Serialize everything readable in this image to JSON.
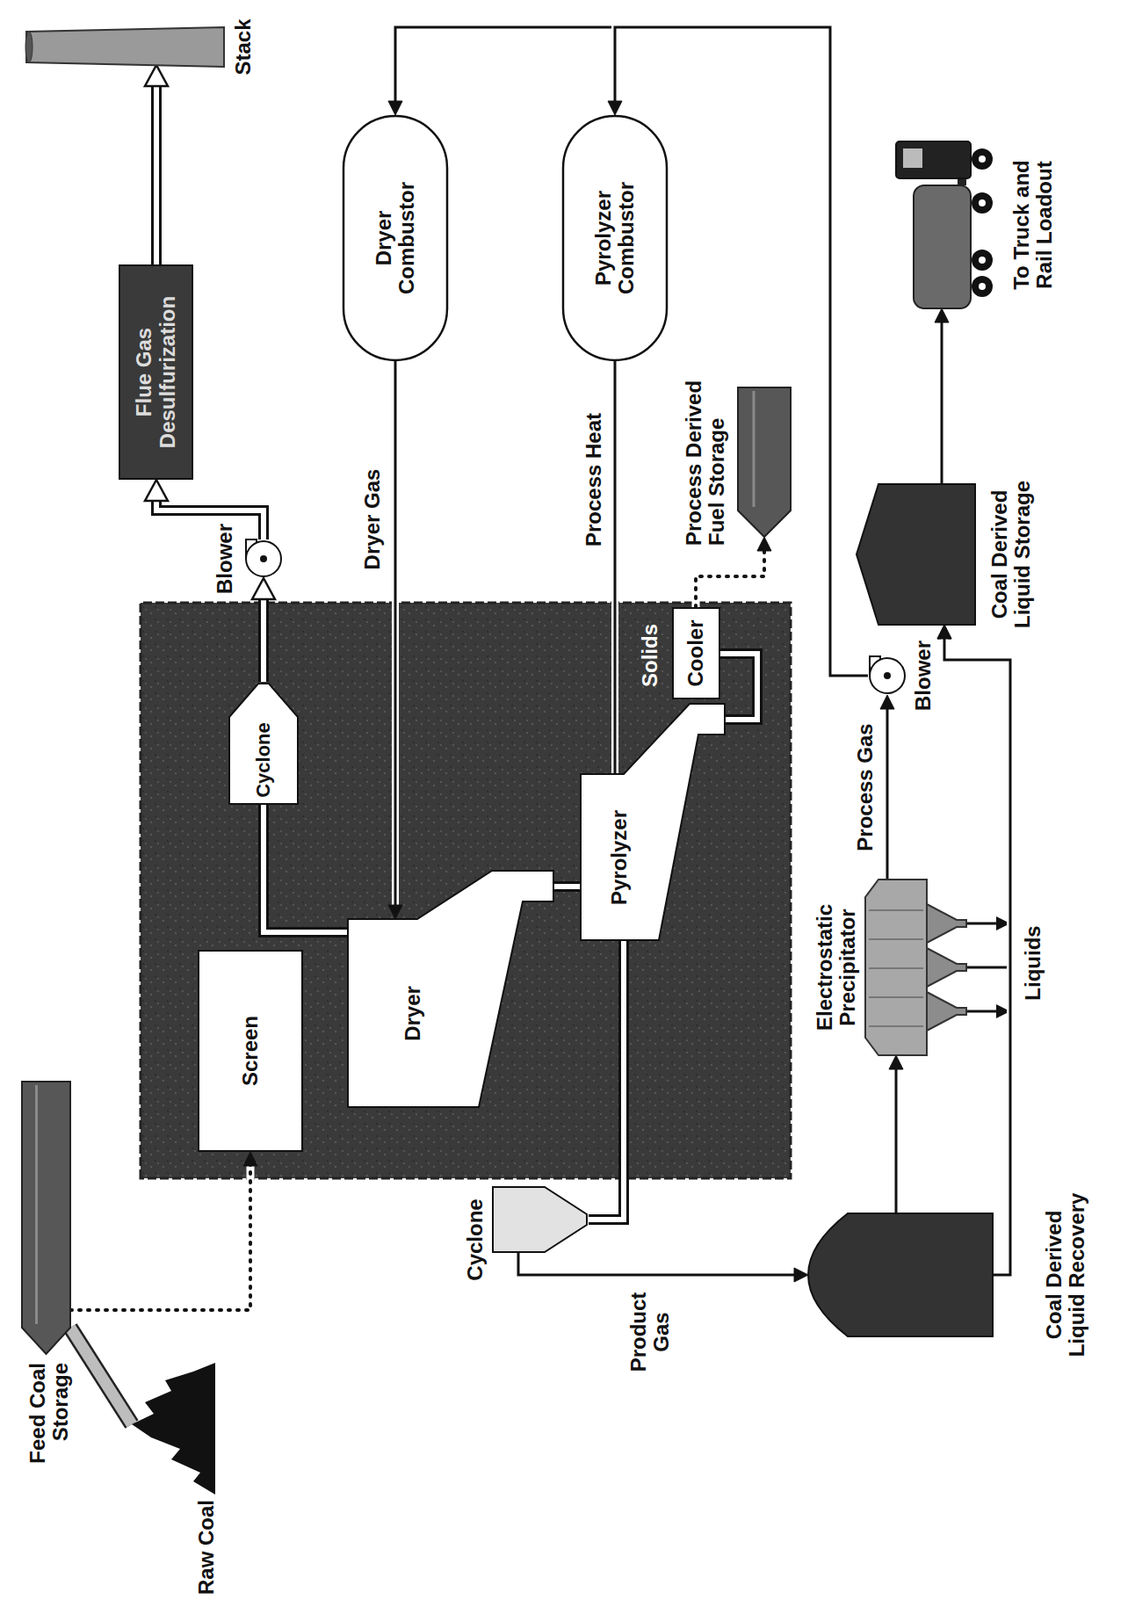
{
  "diagram": {
    "nodes": [
      {
        "text": [
          "Raw Coal"
        ]
      },
      {
        "text": [
          "Feed Coal Storage"
        ]
      },
      {
        "text": [
          "Screen"
        ]
      },
      {
        "text": [
          "Cyclone"
        ]
      },
      {
        "text": [
          "Dryer"
        ]
      },
      {
        "text": [
          "Pyrolyzer"
        ]
      },
      {
        "text": [
          "Cooler"
        ]
      },
      {
        "text": [
          "Blower"
        ]
      },
      {
        "text": [
          "Flue Gas Desulfurization"
        ]
      },
      {
        "text": [
          "Stack"
        ]
      },
      {
        "text": [
          "Dryer Combustor"
        ]
      },
      {
        "text": [
          "Pyrolyzer Combustor"
        ]
      },
      {
        "text": [
          "Process Derived Fuel Storage"
        ]
      },
      {
        "text": [
          "Cyclone"
        ]
      },
      {
        "text": [
          "Coal Derived Liquid Recovery"
        ]
      },
      {
        "text": [
          "Electrostatic Precipitator"
        ]
      },
      {
        "text": [
          "Blower"
        ]
      },
      {
        "text": [
          "Coal Derived Liquid Storage"
        ]
      },
      {
        "text": [
          "To Truck and Rail Loadout"
        ]
      }
    ],
    "edges": [
      {
        "from": 0,
        "to": 1,
        "arrow": "none"
      },
      {
        "from": 1,
        "to": 2,
        "arrow": "to"
      },
      {
        "from": 4,
        "to": 3,
        "arrow": "none"
      },
      {
        "from": 3,
        "to": 7,
        "arrow": "to"
      },
      {
        "from": 7,
        "to": 8,
        "arrow": "to"
      },
      {
        "from": 8,
        "to": 9,
        "arrow": "to"
      },
      {
        "from": 10,
        "to": 4,
        "arrow": "to",
        "label": "Dryer Gas"
      },
      {
        "from": 11,
        "to": 5,
        "arrow": "none",
        "label": "Process Heat"
      },
      {
        "from": 4,
        "to": 5,
        "arrow": "none"
      },
      {
        "from": 5,
        "to": 6,
        "arrow": "none"
      },
      {
        "from": 6,
        "to": 12,
        "arrow": "to",
        "label": "Solids"
      },
      {
        "from": 5,
        "to": 13,
        "arrow": "none"
      },
      {
        "from": 13,
        "to": 14,
        "arrow": "to",
        "label": "Product Gas"
      },
      {
        "from": 14,
        "to": 15,
        "arrow": "to"
      },
      {
        "from": 15,
        "to": 16,
        "arrow": "to",
        "label": "Process Gas"
      },
      {
        "from": 16,
        "to": 10,
        "arrow": "to"
      },
      {
        "from": 16,
        "to": 11,
        "arrow": "to"
      },
      {
        "from": 15,
        "to": 17,
        "arrow": "to",
        "label": "Liquids"
      },
      {
        "from": 14,
        "to": 17,
        "arrow": "to"
      },
      {
        "from": 17,
        "to": 18,
        "arrow": "to"
      }
    ]
  }
}
